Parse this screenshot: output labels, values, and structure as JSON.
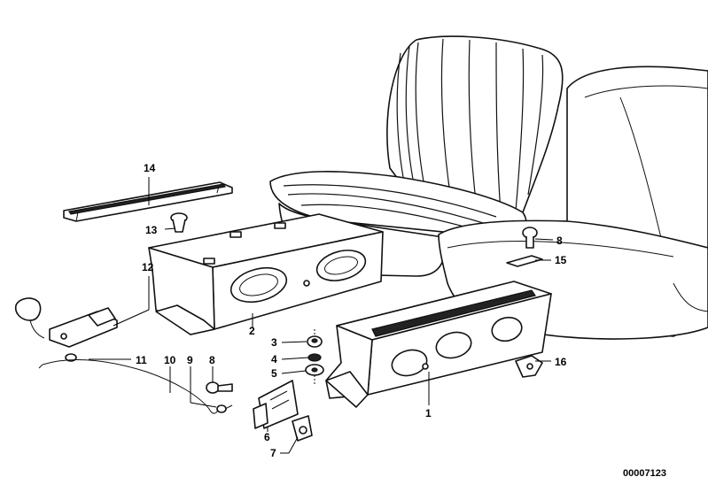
{
  "diagram": {
    "part_labels": [
      "1",
      "2",
      "3",
      "4",
      "5",
      "6",
      "7",
      "8",
      "9",
      "10",
      "11",
      "12",
      "13",
      "14",
      "15",
      "16"
    ],
    "label_8_second": "8",
    "drawing_code": "00007123"
  }
}
